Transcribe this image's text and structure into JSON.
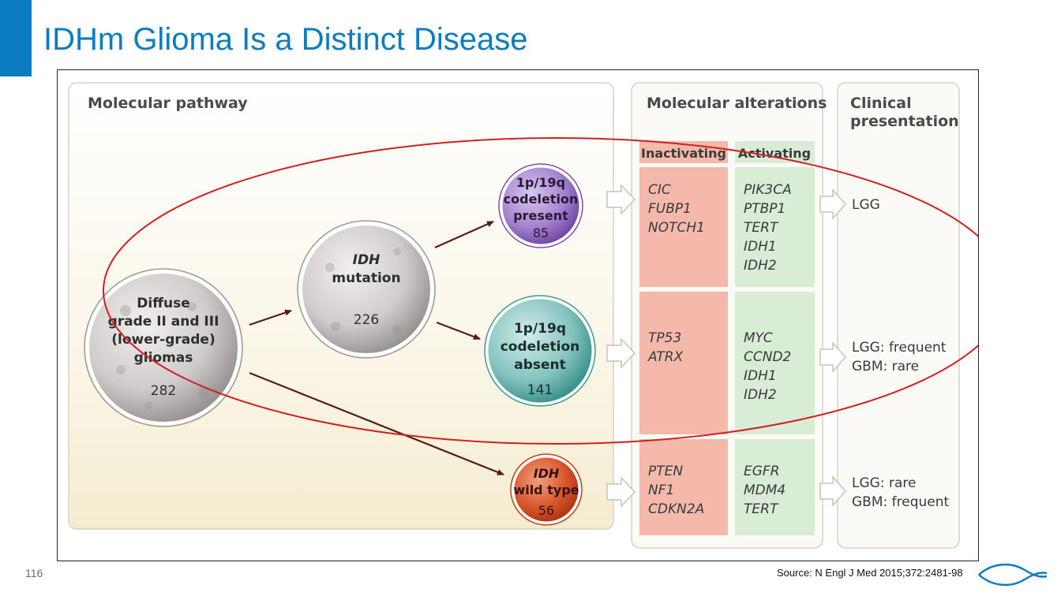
{
  "slide": {
    "title": "IDHm Glioma Is a Distinct Disease",
    "page_number": "116",
    "source": "Source: N Engl J Med 2015;372:2481-98"
  },
  "diagram": {
    "panels": {
      "molecular_pathway": "Molecular pathway",
      "molecular_alterations": "Molecular alterations",
      "clinical_presentation": [
        "Clinical",
        "presentation"
      ]
    },
    "alteration_headers": {
      "inactivating": "Inactivating",
      "activating": "Activating"
    },
    "nodes": {
      "diffuse": {
        "lines": [
          "Diffuse",
          "grade II and III",
          "(lower-grade)",
          "gliomas"
        ],
        "count": "282"
      },
      "idh_mutation": {
        "lines": [
          "IDH",
          "mutation"
        ],
        "count": "226"
      },
      "codeletion_present": {
        "lines": [
          "1p/19q",
          "codeletion",
          "present"
        ],
        "count": "85"
      },
      "codeletion_absent": {
        "lines": [
          "1p/19q",
          "codeletion",
          "absent"
        ],
        "count": "141"
      },
      "idh_wild_type": {
        "lines": [
          "IDH",
          "wild type"
        ],
        "count": "56"
      }
    },
    "rows": [
      {
        "inactivating": [
          "CIC",
          "FUBP1",
          "NOTCH1"
        ],
        "activating": [
          "PIK3CA",
          "PTBP1",
          "TERT",
          "IDH1",
          "IDH2"
        ],
        "clinical": [
          "LGG"
        ]
      },
      {
        "inactivating": [
          "TP53",
          "ATRX"
        ],
        "activating": [
          "MYC",
          "CCND2",
          "IDH1",
          "IDH2"
        ],
        "clinical": [
          "LGG: frequent",
          "GBM: rare"
        ]
      },
      {
        "inactivating": [
          "PTEN",
          "NF1",
          "CDKN2A"
        ],
        "activating": [
          "EGFR",
          "MDM4",
          "TERT"
        ],
        "clinical": [
          "LGG: rare",
          "GBM: frequent"
        ]
      }
    ],
    "colors": {
      "inactivating_fill": "#f4b9aa",
      "activating_fill": "#d9ecd5",
      "annotation_ellipse": "#d21f1f",
      "arrow": "#5a1a1a",
      "codeletion_present": "#7a4fb0",
      "codeletion_absent": "#3d9c95",
      "idh_wild_type": "#c8431c",
      "gray_node": "#9c9a98"
    }
  }
}
